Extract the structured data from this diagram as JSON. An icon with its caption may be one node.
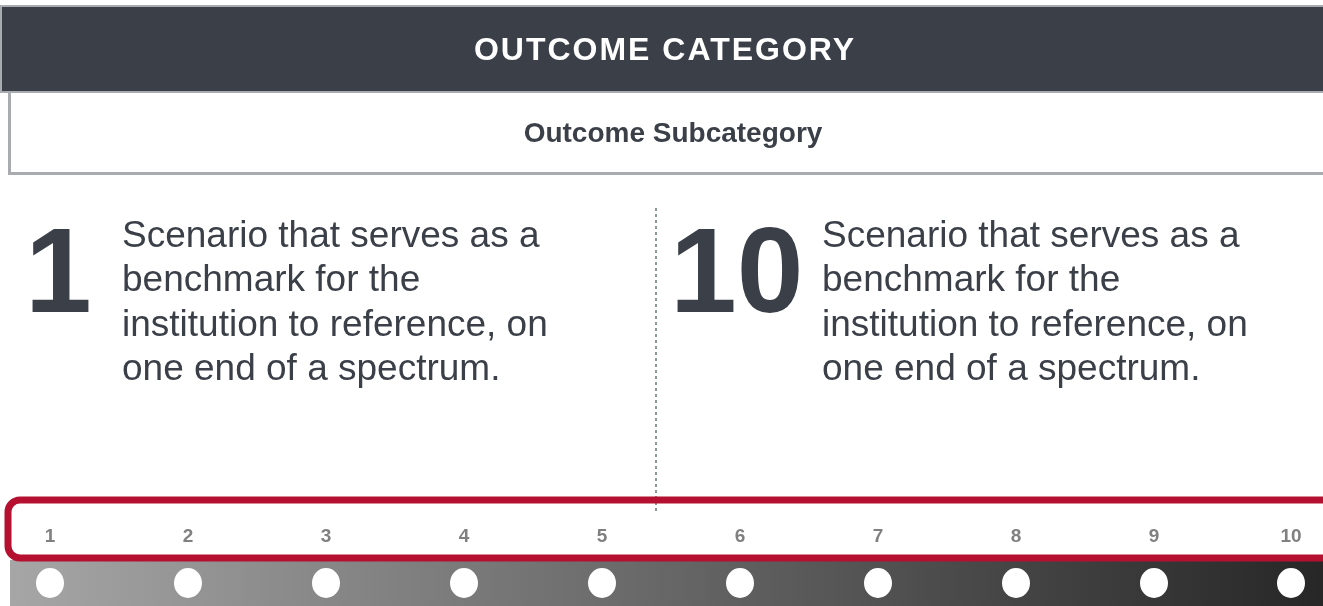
{
  "diagram": {
    "nodes": [
      {
        "text": [
          "OUTCOME CATEGORY"
        ]
      },
      {
        "text": [
          "Outcome Subcategory"
        ]
      },
      {
        "text": [
          "1",
          "Scenario that serves as a benchmark for the institution to reference, on one end of a spectrum."
        ]
      },
      {
        "text": [
          "10",
          "Scenario that serves as a benchmark for the institution to reference, on one end of a spectrum."
        ]
      }
    ],
    "labels": [
      "1",
      "2",
      "3",
      "4",
      "5",
      "6",
      "7",
      "8",
      "9",
      "10"
    ]
  }
}
